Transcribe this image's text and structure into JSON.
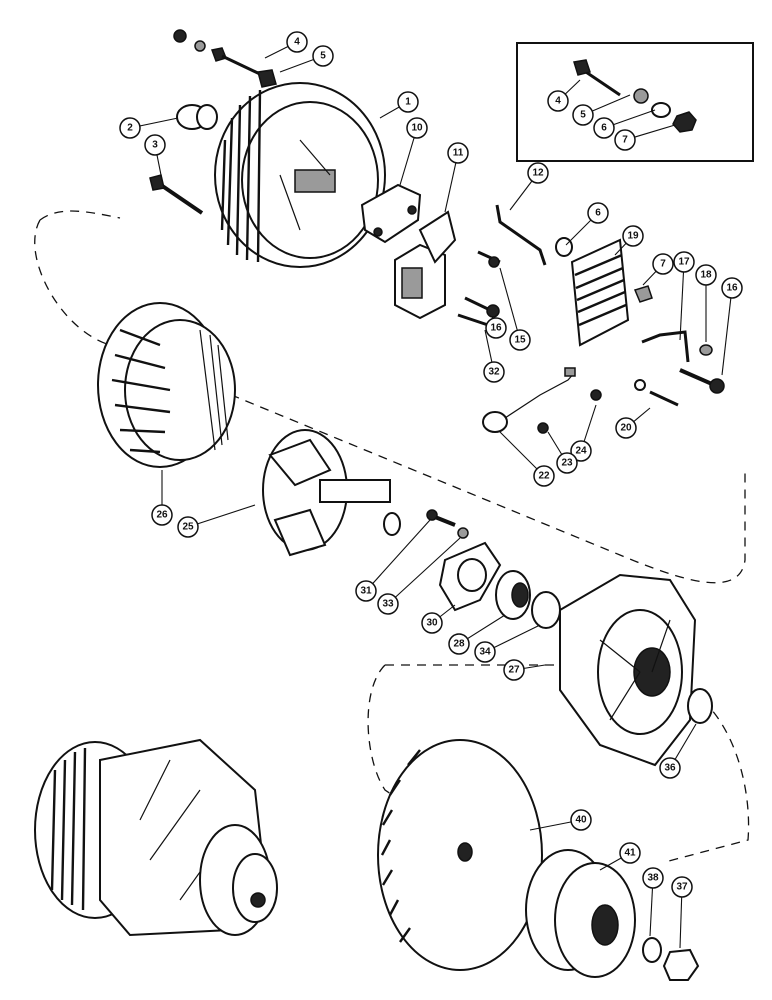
{
  "callouts": [
    {
      "id": "c4a",
      "label": "4"
    },
    {
      "id": "c5a",
      "label": "5"
    },
    {
      "id": "c1",
      "label": "1"
    },
    {
      "id": "c2",
      "label": "2"
    },
    {
      "id": "c3",
      "label": "3"
    },
    {
      "id": "c10",
      "label": "10"
    },
    {
      "id": "c11",
      "label": "11"
    },
    {
      "id": "c12",
      "label": "12"
    },
    {
      "id": "c6a",
      "label": "6"
    },
    {
      "id": "c19",
      "label": "19"
    },
    {
      "id": "c7a",
      "label": "7"
    },
    {
      "id": "c17",
      "label": "17"
    },
    {
      "id": "c18",
      "label": "18"
    },
    {
      "id": "c16a",
      "label": "16"
    },
    {
      "id": "c15",
      "label": "15"
    },
    {
      "id": "c16b",
      "label": "16"
    },
    {
      "id": "c32",
      "label": "32"
    },
    {
      "id": "c20",
      "label": "20"
    },
    {
      "id": "c24",
      "label": "24"
    },
    {
      "id": "c23",
      "label": "23"
    },
    {
      "id": "c22",
      "label": "22"
    },
    {
      "id": "c26",
      "label": "26"
    },
    {
      "id": "c25",
      "label": "25"
    },
    {
      "id": "c31",
      "label": "31"
    },
    {
      "id": "c33",
      "label": "33"
    },
    {
      "id": "c30",
      "label": "30"
    },
    {
      "id": "c28",
      "label": "28"
    },
    {
      "id": "c34",
      "label": "34"
    },
    {
      "id": "c27",
      "label": "27"
    },
    {
      "id": "c36",
      "label": "36"
    },
    {
      "id": "c40",
      "label": "40"
    },
    {
      "id": "c41",
      "label": "41"
    },
    {
      "id": "c38",
      "label": "38"
    },
    {
      "id": "c37",
      "label": "37"
    },
    {
      "id": "c4b",
      "label": "4"
    },
    {
      "id": "c5b",
      "label": "5"
    },
    {
      "id": "c6b",
      "label": "6"
    },
    {
      "id": "c7b",
      "label": "7"
    }
  ]
}
